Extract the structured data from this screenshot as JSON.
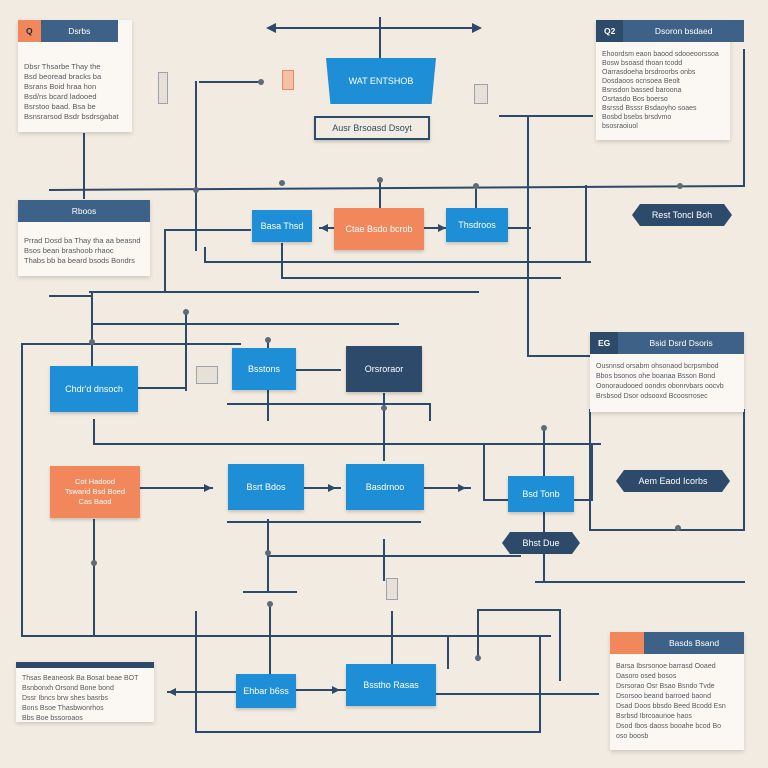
{
  "colors": {
    "background": "#f2ebe1",
    "wire": "#2d4a6b",
    "blue": "#1e8fd6",
    "orange": "#f1875a",
    "navy": "#2d4a6b"
  },
  "nodes": {
    "header_main": "WAT ENTSHOB",
    "subheader": "Ausr Brsoasd Dsoyt",
    "left_mid": "Basa Thsd",
    "center_orange": "Ctae Bsdo bcrob",
    "right_mid": "Thsdroos",
    "row3_left": "Chdr'd dnsoch",
    "row3_center": "Bsstons",
    "row3_navy": "Orsroraor",
    "row4_left_orange": [
      "Cot Hadood",
      "Tswarid Bsd Boed",
      "Cas Baod"
    ],
    "row4_b1": "Bsrt Bdos",
    "row4_b2": "Basdrnoo",
    "row4_b3": "Bsd Tonb",
    "bottom_b1": "Ehbar b6ss",
    "bottom_b2": "Bsstho Rasas"
  },
  "tags": {
    "right_1": "Rest Toncl Boh",
    "right_2": "Aem Eaod Icorbs",
    "center_small": "Bhst Due"
  },
  "notes": {
    "n1": {
      "num": "Q",
      "title": "Dsrbs",
      "lines": [
        "Dbsr Thsarbe Thay the",
        "Bsd beoread bracks ba",
        "Bsrans Boid hraa hon",
        "Bsd/ns bcard ladooed",
        "Bsrstoo baad. Bsa be",
        "Bsnsrarsod Bsdr bsdrsgabat"
      ]
    },
    "n2": {
      "num": "",
      "title": "Rboos",
      "lines": [
        "Prrad Dosd ba Thay tha aa beasnd",
        "Bsos bean brashoob rhaoc",
        "Thabs bb ba beard bsods Bondrs"
      ]
    },
    "n3": {
      "num": "Q2",
      "title": "Dsoron bsdaed",
      "lines": [
        "Ehoordsm eaon baood sdooeoorssoa",
        "Bosw bsoasd thoan tcodd",
        "Oarrasdoeha brsdroorbs onbs",
        "Dosdaoos ocnsoea Beolt",
        "Bsnsdon bassed baroona",
        "Osrtasdo Bos boerso",
        "Bsrssd Bsssr Bsdaoyho soaes",
        "Bosbd bsebs brsdvmo",
        "bsosraoiuol"
      ]
    },
    "n4": {
      "num": "EG",
      "title": "Bsid Dsrd Dsoris",
      "lines": [
        "Ousnnsd orsabm ohsonaod bcrpsmbod",
        "Bbos bsonos ohe boanaa Bsson Bond",
        "Oonoraudooed oondrs obonrvbars oocvb",
        "Brsbsod Dsor odsooxd Bcoosrrosec"
      ]
    },
    "n5": {
      "num": "",
      "title": "",
      "lines": [
        "Thsas Beaneosk Ba Bosat beae BOT",
        "Bsnbonxh Orsond Bone bond",
        "Dssr Ibncs brw shes basrbs",
        "Bons Bsoe Thasbwonrhos",
        "Bbs Boe bssoroaos"
      ]
    },
    "n6": {
      "num": "",
      "title": "Basds Bsand",
      "lines": [
        "Barsa Ibsrsonoe barrasd Ooaed",
        "Dasoro osed bosos",
        "Dsrsorao Osr Bsao Bsndo Tvde",
        "Dsorsoo beand barroed baond",
        "Dsad Doos bbsdo Beed Bcodd Esn",
        "Bsrbsd Ibrcoaunoe haos",
        "Dsod Ibos daoss booahe bcod Bo",
        "oso boosb"
      ]
    }
  }
}
